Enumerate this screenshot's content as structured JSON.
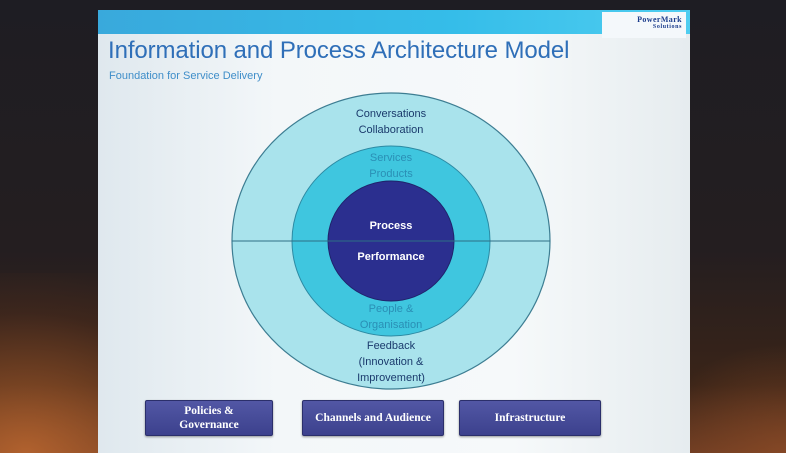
{
  "slide": {
    "title": "Information and Process Architecture Model",
    "subtitle": "Foundation for Service Delivery",
    "logo_line1": "PowerMark",
    "logo_line2": "Solutions"
  },
  "diagram": {
    "outer_top": [
      "Conversations",
      "Collaboration"
    ],
    "middle_top": [
      "Services",
      "Products"
    ],
    "inner_top": "Process",
    "inner_bottom": "Performance",
    "middle_bottom": [
      "People &",
      "Organisation"
    ],
    "outer_bottom": [
      "Feedback",
      "(Innovation &",
      "Improvement)"
    ]
  },
  "boxes": [
    {
      "label": "Policies &\nGovernance"
    },
    {
      "label": "Channels and Audience"
    },
    {
      "label": "Infrastructure"
    }
  ],
  "colors": {
    "outer_ring": "#a9e3ec",
    "middle_ring": "#3fc6df",
    "inner_circle": "#2b2f8f",
    "box": "#454a99"
  }
}
